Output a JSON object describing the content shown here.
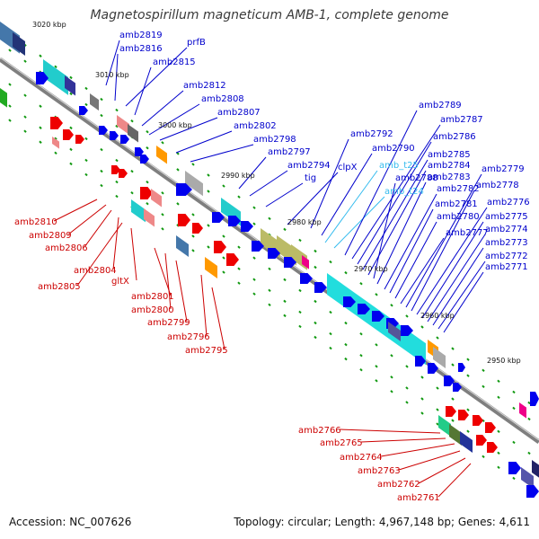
{
  "title": "Magnetospirillum magneticum AMB-1, complete genome",
  "footer": {
    "accession": "Accession: NC_007626",
    "stats": "Topology: circular; Length: 4,967,148 bp; Genes: 4,611"
  },
  "colors": {
    "backbone": "#7f7f7f",
    "backbone_light": "#d9d9d9",
    "forward_label": "#0000cc",
    "reverse_label": "#cc0000",
    "trna_label": "#33bbee",
    "tick": "#119911",
    "cds": "#0000ee",
    "cds_rev": "#ee0000"
  },
  "kbp_marks": [
    "3020 kbp",
    "3010 kbp",
    "3000 kbp",
    "2990 kbp",
    "2980 kbp",
    "2970 kbp",
    "2960 kbp",
    "2950 kbp"
  ],
  "forward_labels": [
    "amb2819",
    "amb2816",
    "prfB",
    "amb2815",
    "amb2812",
    "amb2808",
    "amb2807",
    "amb2802",
    "amb2798",
    "amb2797",
    "amb2794",
    "tig",
    "clpX",
    "amb2792",
    "amb2790",
    "amb_t25",
    "amb_t24",
    "amb2789",
    "amb2787",
    "amb2786",
    "amb2785",
    "amb2784",
    "amb2788",
    "amb2783",
    "amb2782",
    "amb2781",
    "amb2780",
    "amb2777",
    "amb2779",
    "amb2778",
    "amb2776",
    "amb2775",
    "amb2774",
    "amb2773",
    "amb2772",
    "amb2771"
  ],
  "trna_labels": [
    "amb_t25",
    "amb_t24"
  ],
  "reverse_labels": [
    "amb2810",
    "amb2809",
    "amb2806",
    "amb2804",
    "amb2805",
    "gltX",
    "amb2801",
    "amb2800",
    "amb2799",
    "amb2796",
    "amb2795",
    "amb2766",
    "amb2765",
    "amb2764",
    "amb2763",
    "amb2762",
    "amb2761"
  ]
}
